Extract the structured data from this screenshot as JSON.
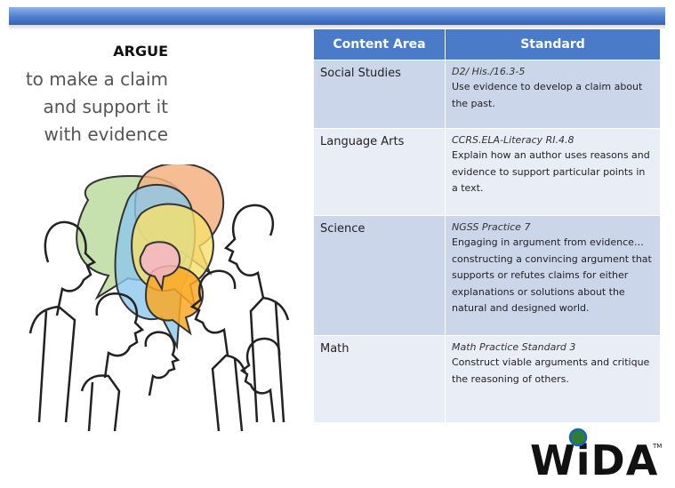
{
  "heading": {
    "title": "ARGUE",
    "subtitle_lines": [
      "to make a claim",
      "and support it",
      "with evidence"
    ]
  },
  "table": {
    "headers": [
      "Content Area",
      "Standard"
    ],
    "rows": [
      {
        "area": "Social Studies",
        "code": "D2/ His./16.3-5",
        "description": "Use evidence to develop a claim about the past."
      },
      {
        "area": "Language Arts",
        "code": "CCRS.ELA-Literacy RI.4.8",
        "description": "Explain how an author uses reasons and evidence to support particular points in a text."
      },
      {
        "area": "Science",
        "code": "NGSS Practice 7",
        "description": "Engaging in argument from evidence…constructing a convincing argument that supports or refutes claims for either explanations or solutions about the natural and designed world."
      },
      {
        "area": "Math",
        "code": "Math Practice Standard 3",
        "description": "Construct viable arguments and critique the reasoning of others."
      }
    ]
  },
  "logo": {
    "text": "WiDA",
    "trademark": "TM"
  },
  "colors": {
    "header_blue": "#4a7bc8",
    "row_dark": "#cbd6eb",
    "row_light": "#e8edf6"
  }
}
